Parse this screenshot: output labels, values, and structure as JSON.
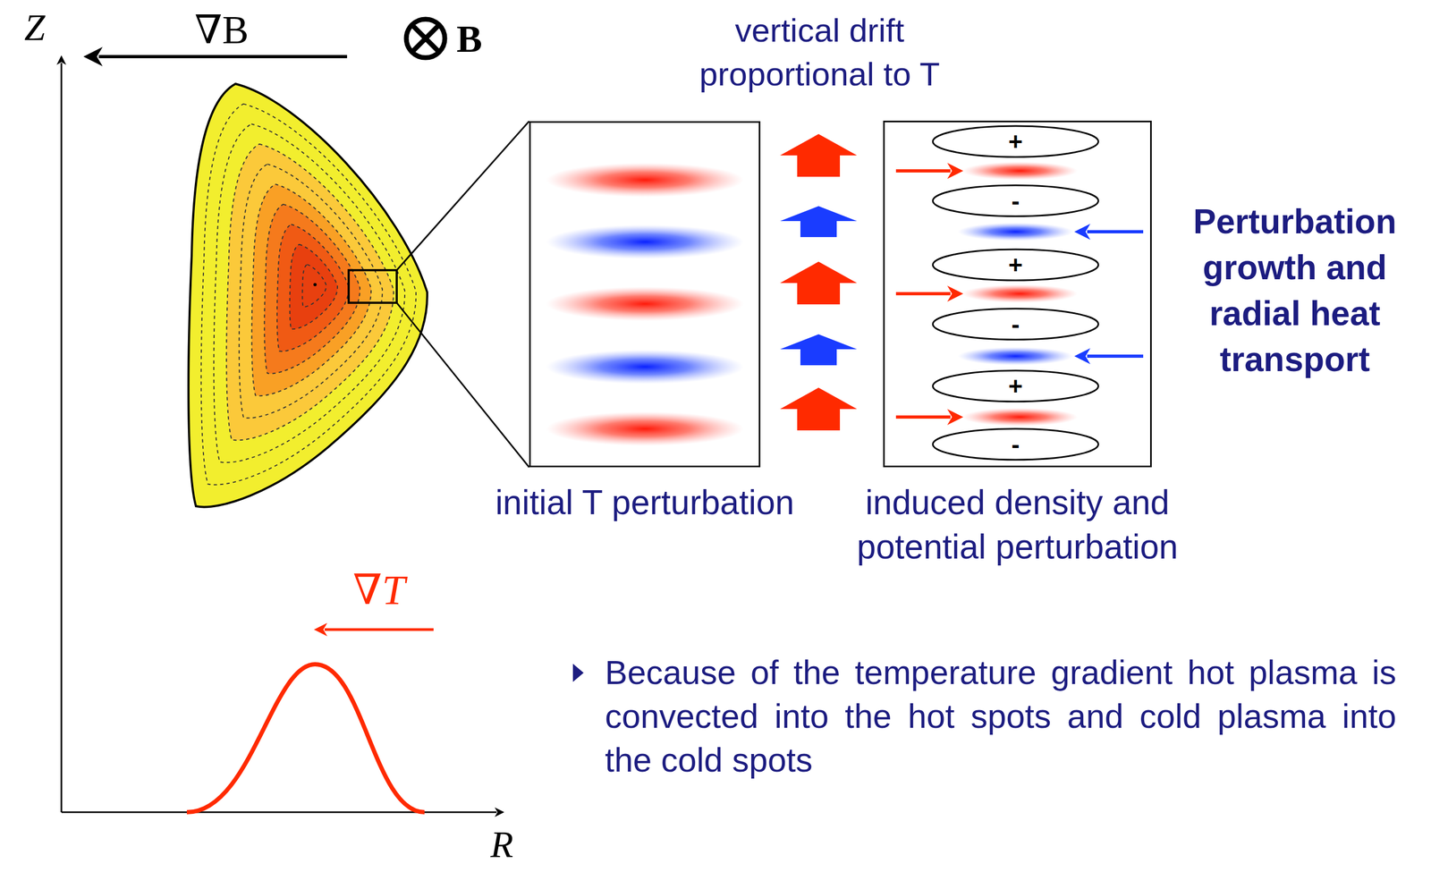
{
  "diagram": {
    "nodes": [
      {
        "text": [
          "initial T perturbation"
        ]
      },
      {
        "text": [
          "induced density and potential perturbation"
        ]
      },
      {
        "text": [
          "+"
        ],
        "in": 1
      },
      {
        "text": [
          "-"
        ],
        "in": 1
      },
      {
        "text": [
          "+"
        ],
        "in": 1
      },
      {
        "text": [
          "-"
        ],
        "in": 1
      },
      {
        "text": [
          "+"
        ],
        "in": 1
      },
      {
        "text": [
          "-"
        ],
        "in": 1
      }
    ],
    "labels": [
      "Z",
      "∇B",
      "B",
      "vertical drift proportional to T",
      "Perturbation growth and radial heat transport",
      "∇T",
      "R",
      "Because of the temperature gradient hot plasma is convected into the hot spots and cold plasma into the cold spots"
    ]
  }
}
